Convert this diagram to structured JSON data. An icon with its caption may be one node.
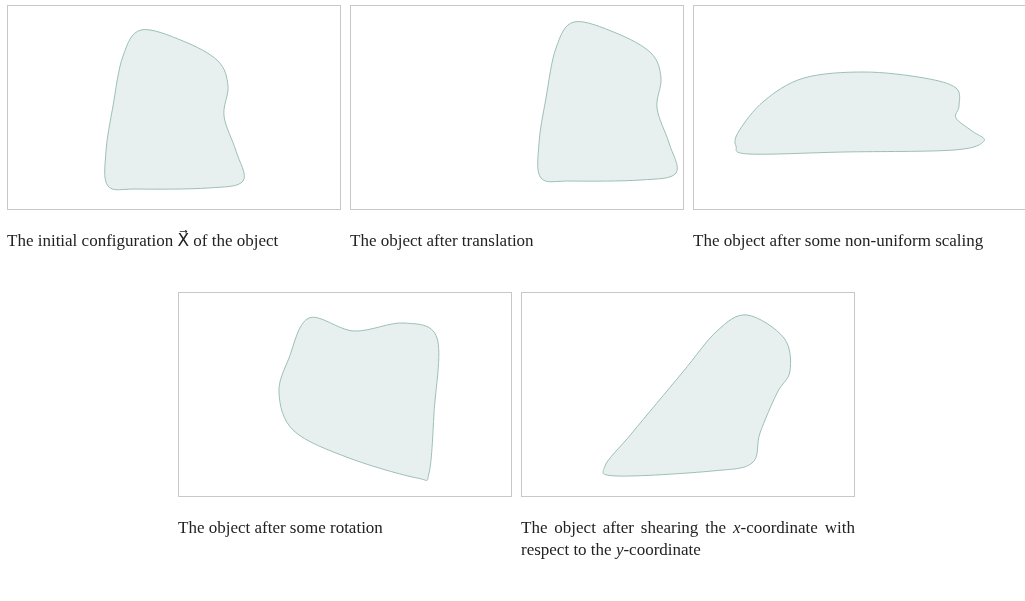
{
  "diagram": {
    "nodes": [
      {
        "text": [],
        "shape": "picture",
        "beside": [
          "The initial configuration X⃗ of the object"
        ]
      },
      {
        "text": [],
        "shape": "picture",
        "beside": [
          "The object after translation"
        ]
      },
      {
        "text": [],
        "shape": "picture",
        "beside": [
          "The object after some non-uniform scaling"
        ]
      },
      {
        "text": [],
        "shape": "picture",
        "beside": [
          "The object after some rotation"
        ]
      },
      {
        "text": [],
        "shape": "picture",
        "beside": [
          "The object after shearing the *x*-coordinate with respect to the *y*-coordinate"
        ]
      }
    ]
  }
}
